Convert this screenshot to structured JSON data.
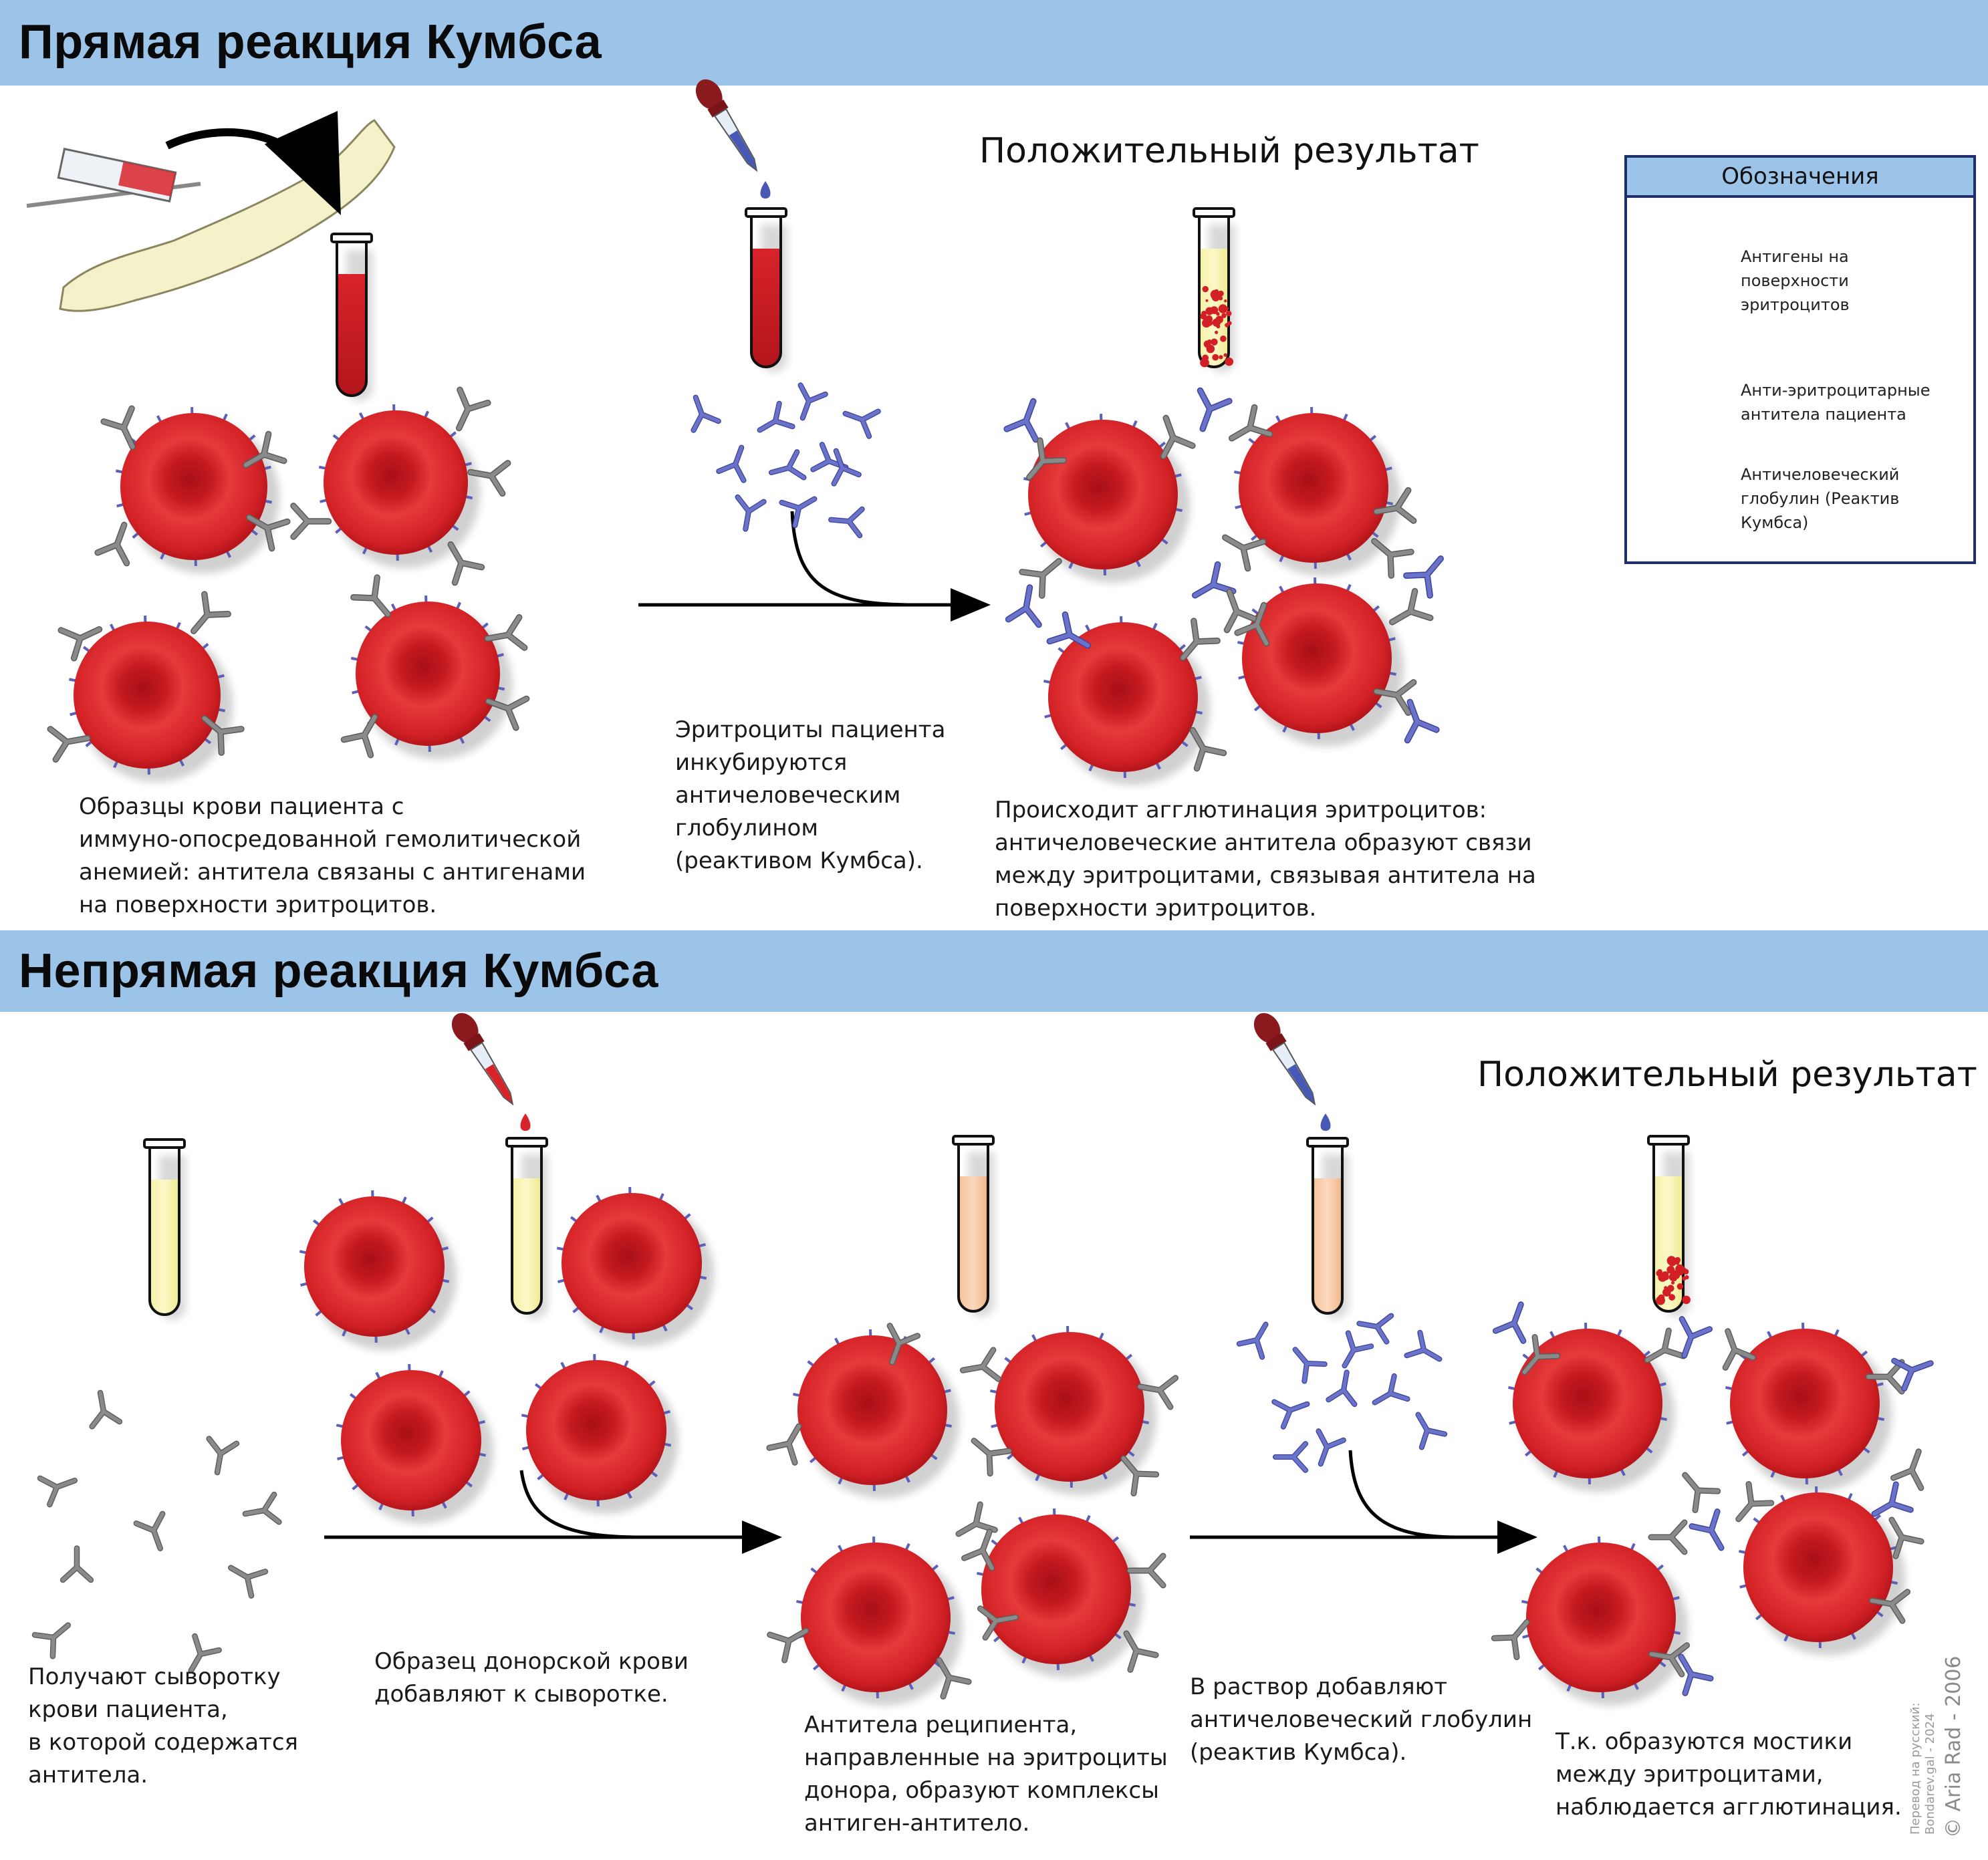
{
  "direct": {
    "title": "Прямая реакция Кумбса",
    "result": "Положительный результат",
    "captions": {
      "step1": [
        "Образцы крови пациента с",
        "иммуно-опосредованной гемолитической",
        "анемией: антитела связаны с антигенами",
        "на поверхности эритроцитов."
      ],
      "step2": [
        "Эритроциты пациента",
        "инкубируются",
        "античеловеческим",
        "глобулином",
        "(реактивом Кумбса)."
      ],
      "step3": [
        "Происходит агглютинация эритроцитов:",
        "античеловеческие антитела образуют связи",
        "между эритроцитами, связывая антитела на",
        "поверхности эритроцитов."
      ]
    }
  },
  "indirect": {
    "title": "Непрямая реакция Кумбса",
    "result": "Положительный результат",
    "captions": {
      "step1": [
        "Получают сыворотку",
        "крови пациента,",
        "в которой содержатся",
        "антитела."
      ],
      "step2": [
        "Образец донорской крови",
        "добавляют к сыворотке."
      ],
      "step3": [
        "Антитела реципиента,",
        "направленные на эритроциты",
        "донора, образуют комплексы",
        "антиген-антитело."
      ],
      "step4": [
        "В раствор добавляют",
        "античеловеческий глобулин",
        "(реактив Кумбса)."
      ],
      "step5": [
        "Т.к. образуются мостики",
        "между эритроцитами,",
        "наблюдается агглютинация."
      ]
    }
  },
  "legend": {
    "title": "Обозначения",
    "items": [
      {
        "icon": "rbc-antigen-icon",
        "lines": [
          "Антигены на",
          "поверхности",
          "эритроцитов"
        ]
      },
      {
        "icon": "grey-antibody-icon",
        "lines": [
          "Анти-эритроцитарные",
          "антитела пациента"
        ]
      },
      {
        "icon": "blue-antibody-icon",
        "lines": [
          "Античеловеческий",
          "глобулин (Реактив",
          "Кумбса)"
        ]
      }
    ]
  },
  "credits": {
    "translation": [
      "Перевод на русский:",
      "Bondarev.gal - 2024"
    ],
    "author": "© Aria Rad - 2006"
  },
  "colors": {
    "banner": "#9cc3e8",
    "rbc": "#d9232a",
    "antigen": "#5b5fb8",
    "patient_antibody": "#8a8a8a",
    "coombs_reagent": "#6b73c9",
    "legend_border": "#1c2f6b"
  }
}
